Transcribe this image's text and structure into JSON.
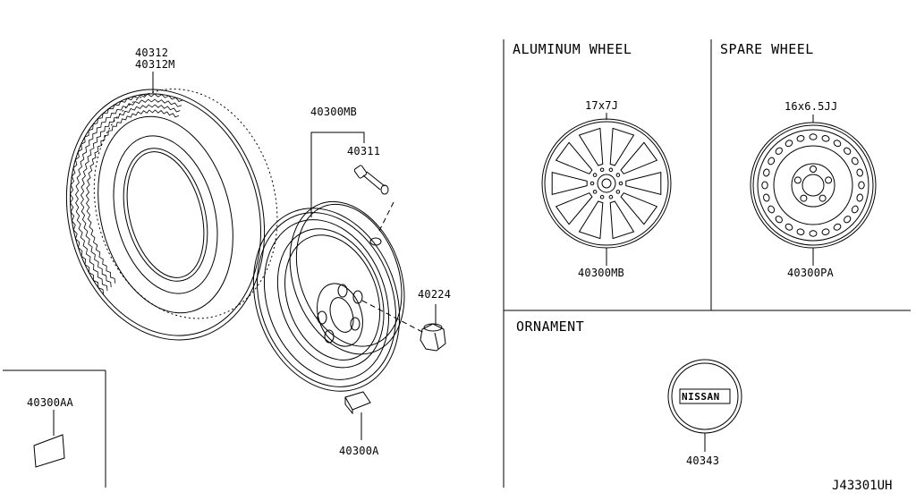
{
  "parts": {
    "tire_a": "40312",
    "tire_b": "40312M",
    "wheel_assy": "40300MB",
    "valve": "40311",
    "nut": "40224",
    "weight_clip": "40300AA",
    "balance_weight": "40300A"
  },
  "aluminum_section": {
    "title": "ALUMINUM WHEEL",
    "size": "17x7J",
    "part": "40300MB"
  },
  "spare_section": {
    "title": "SPARE WHEEL",
    "size": "16x6.5JJ",
    "part": "40300PA"
  },
  "ornament_section": {
    "title": "ORNAMENT",
    "emblem_text": "NISSAN",
    "part": "40343"
  },
  "diagram_code": "J43301UH"
}
